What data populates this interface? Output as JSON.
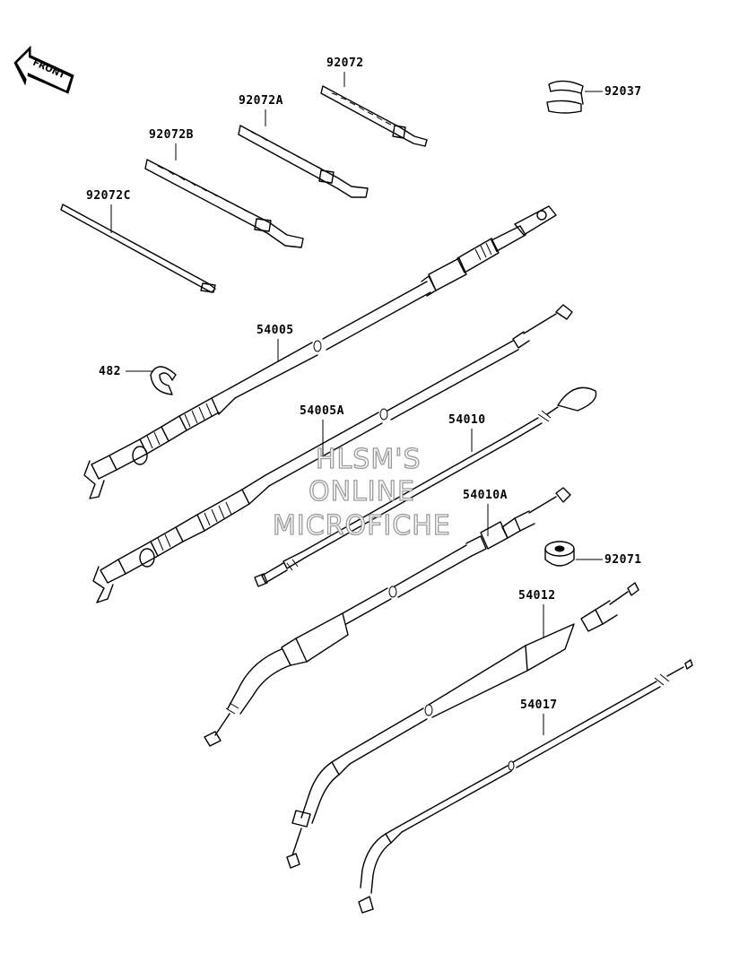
{
  "front_arrow_label": "FRONT",
  "watermark": [
    "HLSM'S",
    "ONLINE",
    "MICROFICHE"
  ],
  "labels": {
    "p92072": "92072",
    "p92072A": "92072A",
    "p92072B": "92072B",
    "p92072C": "92072C",
    "p92037": "92037",
    "p54005": "54005",
    "p482": "482",
    "p54005A": "54005A",
    "p54010": "54010",
    "p54010A": "54010A",
    "p92071": "92071",
    "p54012": "54012",
    "p54017": "54017"
  },
  "colors": {
    "line": "#000000",
    "watermark_outline": "#9a9a9a"
  }
}
